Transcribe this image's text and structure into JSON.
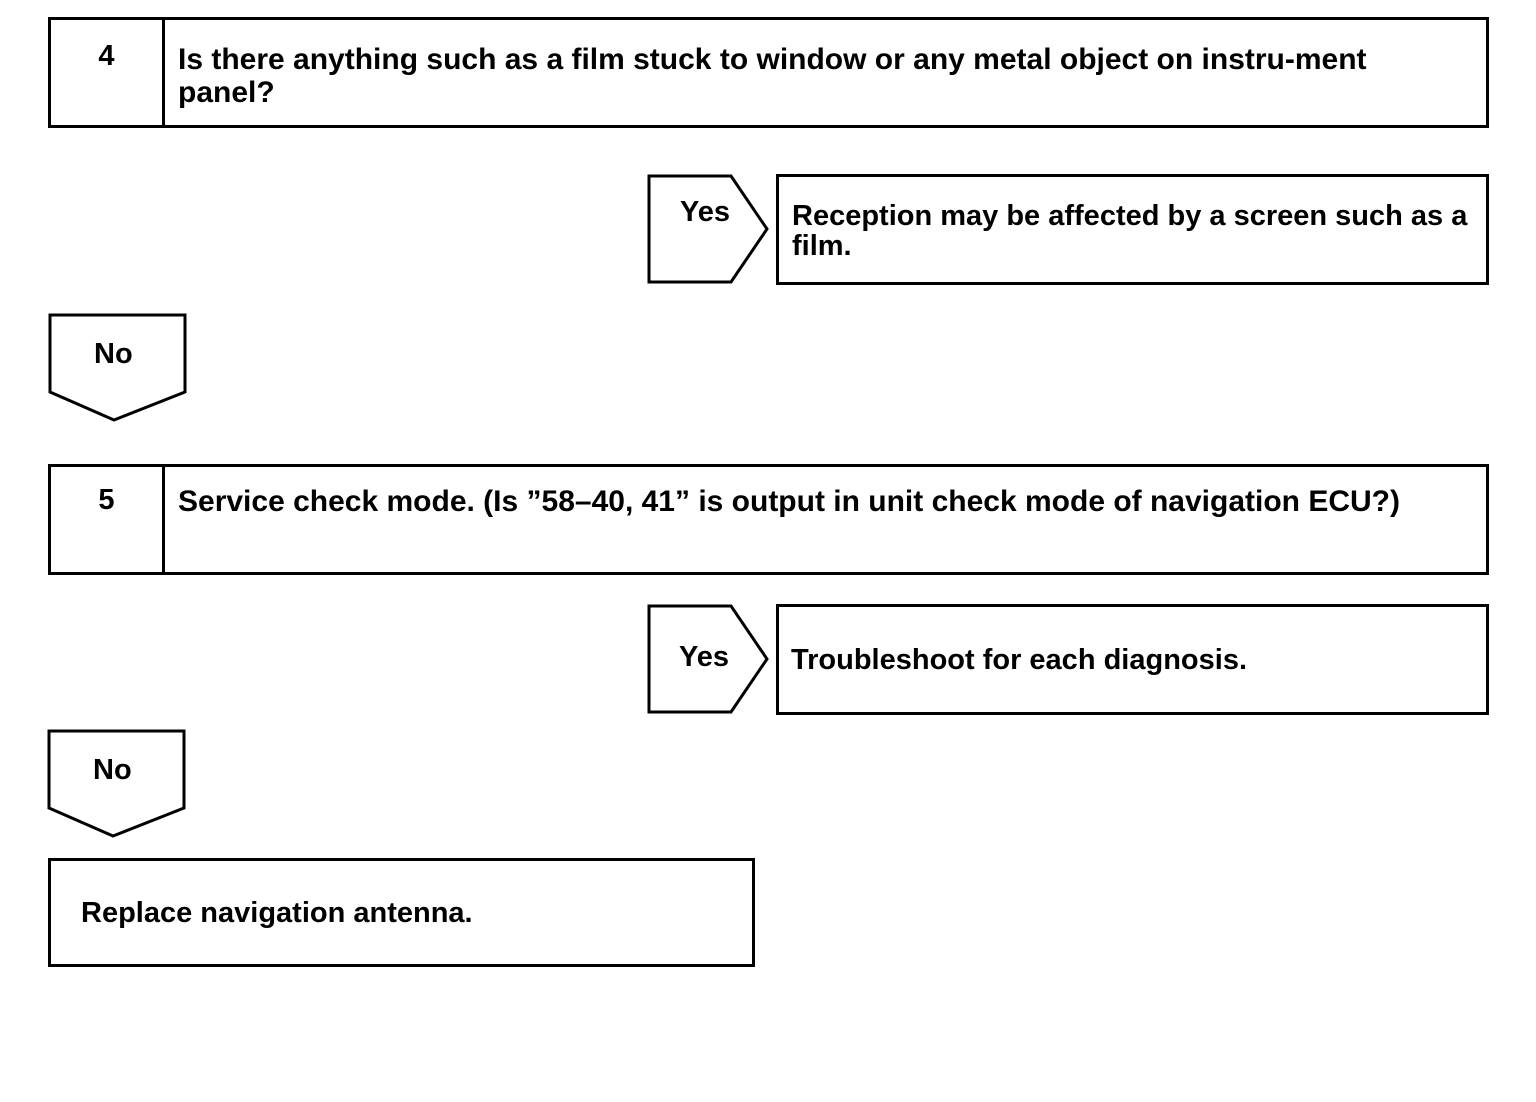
{
  "steps": [
    {
      "number": "4",
      "question": "Is there anything such as a film stuck to window or any metal object on instru-ment panel?",
      "yes_label": "Yes",
      "yes_result": "Reception may be affected by a screen such as a film.",
      "no_label": "No"
    },
    {
      "number": "5",
      "question": "Service check mode. (Is ”58–40, 41” is output in unit check mode of navigation ECU?)",
      "yes_label": "Yes",
      "yes_result": "Troubleshoot for each diagnosis.",
      "no_label": "No"
    }
  ],
  "final_action": "Replace navigation antenna."
}
